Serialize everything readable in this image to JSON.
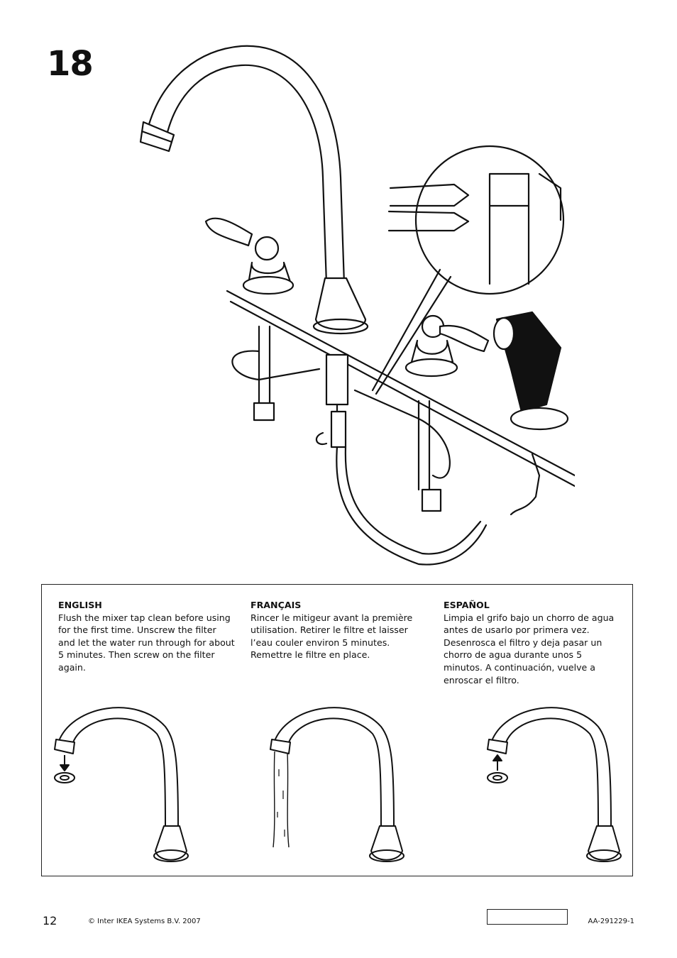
{
  "step": {
    "number": "18"
  },
  "illustration": {
    "main_description_icon": "faucet-assembly-wrench-icon"
  },
  "instructions": {
    "english": {
      "heading": "ENGLISH",
      "body": "Flush the mixer tap clean before using for the first time. Unscrew the filter and let the water run through for about 5 minutes. Then screw on the filter again."
    },
    "french": {
      "heading": "FRANÇAIS",
      "body": "Rincer le mitigeur avant la première utilisation. Retirer le filtre et laisser l’eau couler environ 5 minutes. Remettre le filtre en place."
    },
    "spanish": {
      "heading": "ESPAÑOL",
      "body": "Limpia el grifo bajo un chorro de agua antes de usarlo por primera vez. Desenrosca el filtro y deja pasar un chorro de agua durante unos 5 minutos. A continuación, vuelve a enroscar el filtro."
    }
  },
  "footer": {
    "page_number": "12",
    "copyright": "© Inter IKEA Systems B.V. 2007",
    "article_code": "AA-291229-1"
  }
}
